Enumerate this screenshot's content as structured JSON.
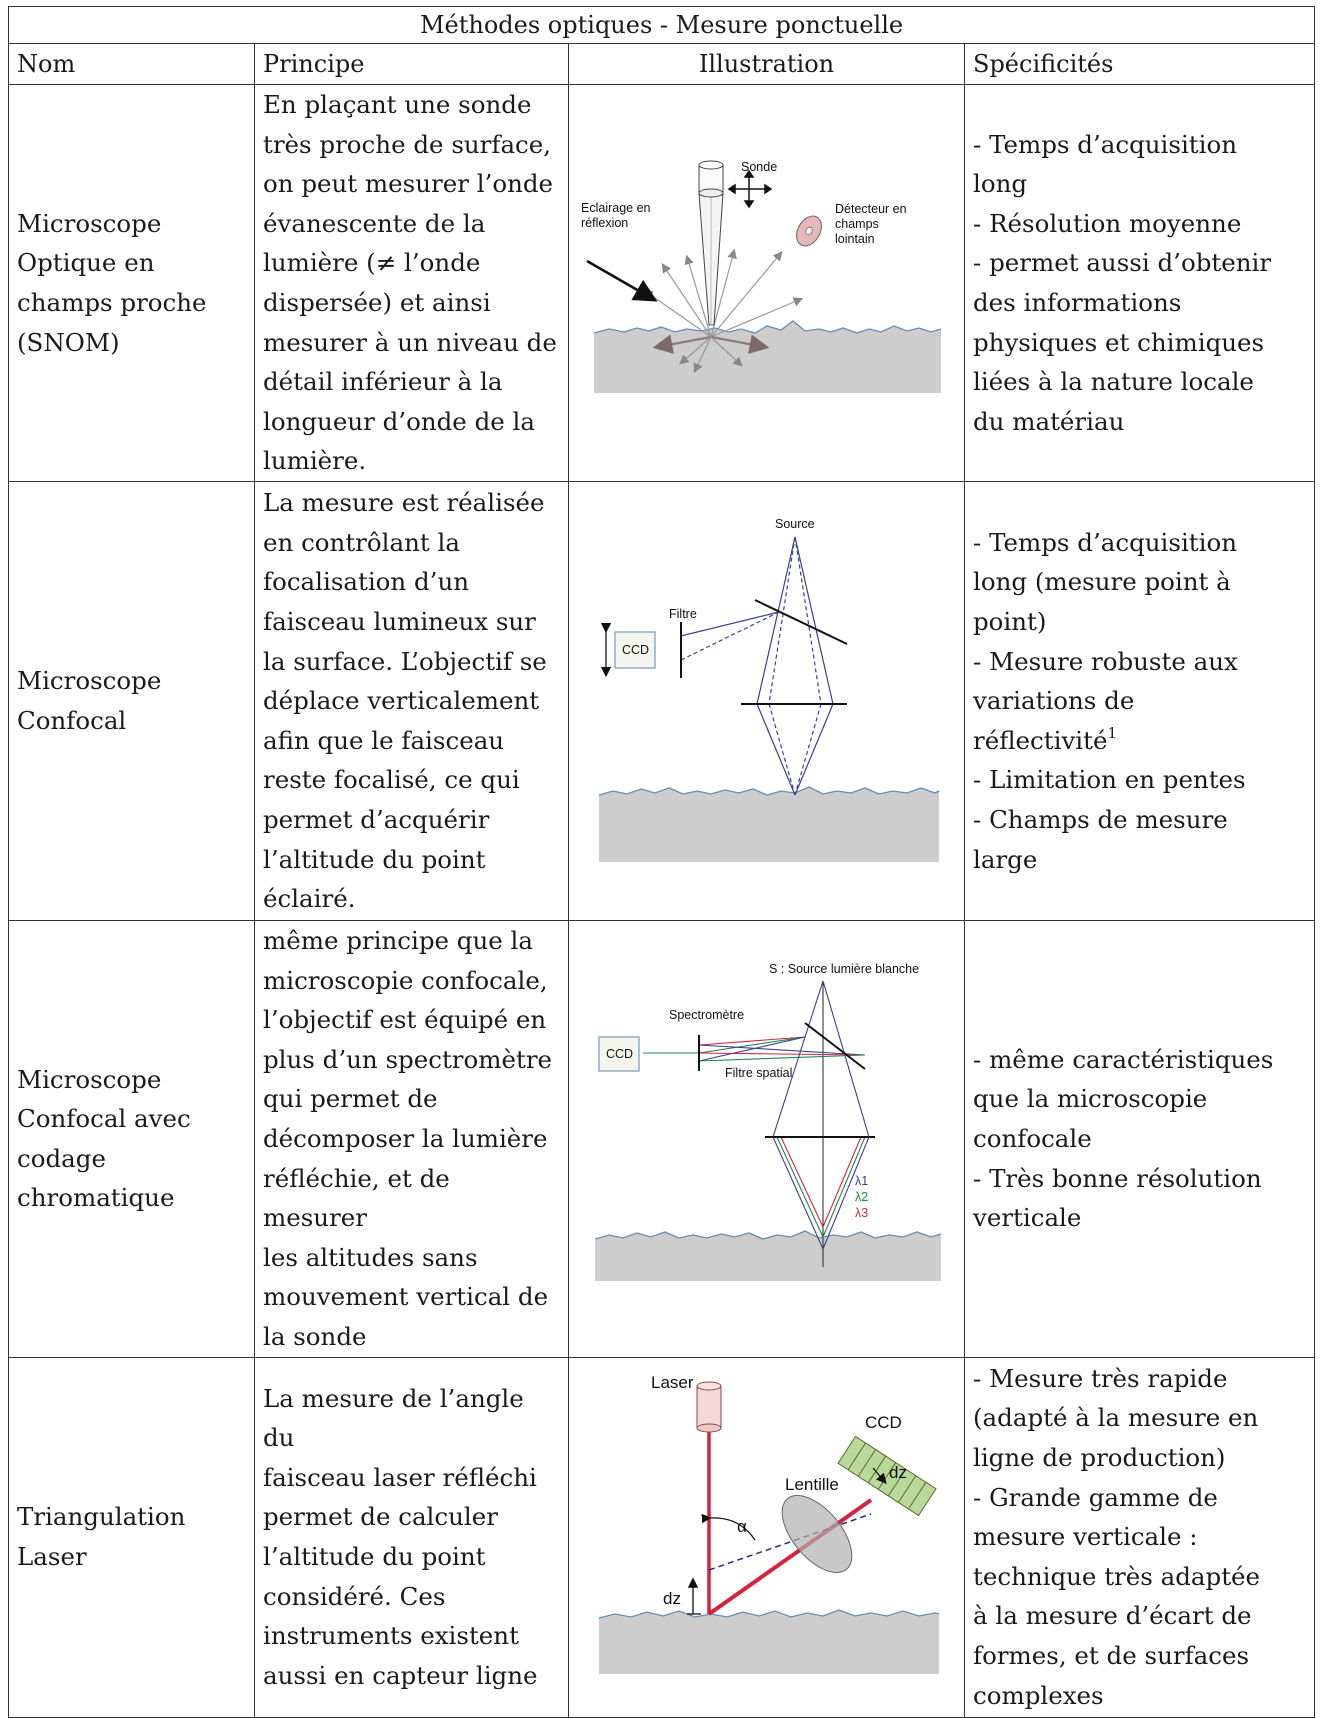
{
  "table": {
    "title": "Méthodes optiques - Mesure ponctuelle",
    "headers": {
      "nom": "Nom",
      "principe": "Principe",
      "illustration": "Illustration",
      "specificites": "Spécificités"
    },
    "rows": [
      {
        "nom": [
          "Microscope",
          "Optique en",
          "champs proche",
          "(SNOM)"
        ],
        "principe": [
          "En plaçant une sonde",
          "très proche de surface,",
          "on peut mesurer l’onde",
          "évanescente de la",
          "lumière (≠ l’onde",
          "dispersée) et ainsi",
          "mesurer à un niveau de",
          "détail inférieur à la",
          "longueur d’onde de la",
          "lumière."
        ],
        "specificites": [
          "- Temps d’acquisition",
          "long",
          "- Résolution moyenne",
          "- permet aussi d’obtenir",
          "des informations",
          "physiques et chimiques",
          "liées à la nature locale",
          "du matériau"
        ],
        "illustration_labels": {
          "probe": "Sonde",
          "illumination": [
            "Eclairage en",
            "réflexion"
          ],
          "detector": [
            "Détecteur en",
            "champs",
            "lointain"
          ]
        }
      },
      {
        "nom": [
          "Microscope",
          "Confocal"
        ],
        "principe": [
          "La mesure est réalisée",
          "en contrôlant la",
          "focalisation d’un",
          "faisceau lumineux sur",
          "la surface. L’objectif se",
          "déplace verticalement",
          "afin que le faisceau",
          "reste focalisé, ce qui",
          "permet d’acquérir",
          "l’altitude du point",
          "éclairé."
        ],
        "specificites": [
          "- Temps d’acquisition",
          "long (mesure point à",
          "point)",
          "- Mesure robuste aux",
          "variations de",
          "réflectivité",
          "- Limitation en pentes",
          "- Champs de mesure",
          "large"
        ],
        "footnote_mark": "1",
        "illustration_labels": {
          "source": "Source",
          "filter": "Filtre",
          "ccd": "CCD"
        }
      },
      {
        "nom": [
          "Microscope",
          "Confocal avec",
          "codage",
          "chromatique"
        ],
        "principe": [
          "même principe que la",
          "microscopie confocale,",
          "l’objectif est équipé en",
          "plus d’un spectromètre",
          "qui permet de",
          "décomposer la lumière",
          "réfléchie, et de mesurer",
          "les altitudes sans",
          "mouvement vertical de",
          "la sonde"
        ],
        "specificites": [
          "- même caractéristiques",
          "que la microscopie",
          "confocale",
          "- Très bonne résolution",
          "verticale"
        ],
        "illustration_labels": {
          "source": "S : Source lumière blanche",
          "spectrometer": "Spectromètre",
          "spatial_filter": "Filtre spatial",
          "ccd": "CCD",
          "wavelengths": [
            "λ1",
            "λ2",
            "λ3"
          ]
        }
      },
      {
        "nom": [
          "Triangulation",
          "Laser"
        ],
        "principe": [
          "La mesure de l’angle du",
          "faisceau laser réfléchi",
          "permet de calculer",
          "l’altitude du point",
          "considéré. Ces",
          "instruments existent",
          "aussi en capteur ligne"
        ],
        "specificites": [
          "- Mesure très rapide",
          "(adapté à la mesure en",
          "ligne de production)",
          "- Grande gamme de",
          "mesure verticale :",
          "technique très adaptée",
          "à la mesure d’écart de",
          "formes, et de surfaces",
          "complexes"
        ],
        "illustration_labels": {
          "laser": "Laser",
          "ccd": "CCD",
          "lens": "Lentille",
          "alpha": "α",
          "dz": "dz"
        }
      }
    ]
  },
  "colors": {
    "border": "#333333",
    "surface": "#cdcdcd",
    "surface_line": "#5f8fb8",
    "beam_blue": "#3b3f8f",
    "beam_green": "#1a8a4a",
    "beam_red": "#d4243c",
    "laser_red": "#d4243c",
    "ccd_green": "#b9d89a"
  }
}
